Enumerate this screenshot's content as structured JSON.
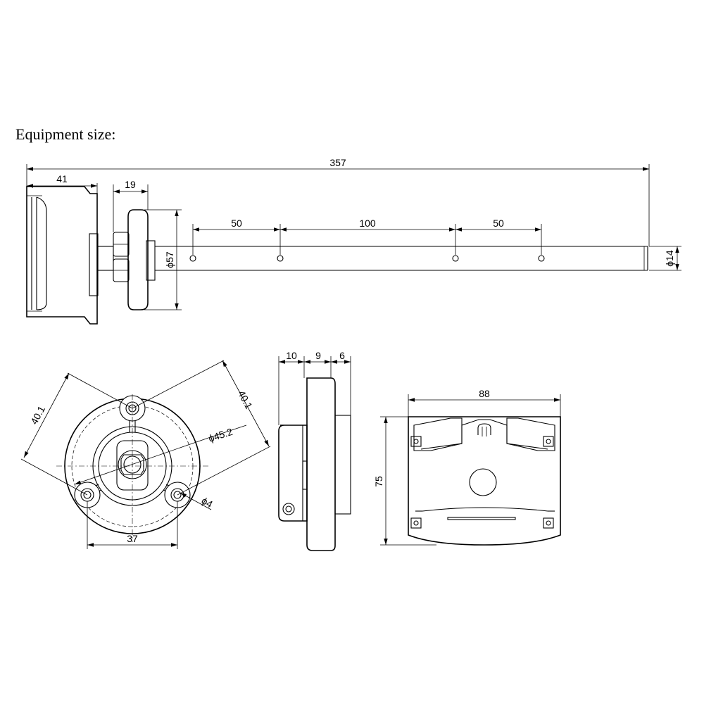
{
  "title": "Equipment size:",
  "dimensions": {
    "overall_length": "357",
    "mount_width": "41",
    "flange_thickness": "19",
    "spacing_first": "50",
    "spacing_middle": "100",
    "spacing_last": "50",
    "flange_diameter": "ϕ57",
    "rod_diameter": "ϕ14",
    "front_width_left": "40.1",
    "front_width_right": "40.1",
    "pitch_circle": "ϕ45.2",
    "hole_diameter": "ϕ4",
    "hole_spacing": "37",
    "side_seg_1": "10",
    "side_seg_2": "9",
    "side_seg_3": "6",
    "bracket_width": "88",
    "bracket_height": "75"
  }
}
